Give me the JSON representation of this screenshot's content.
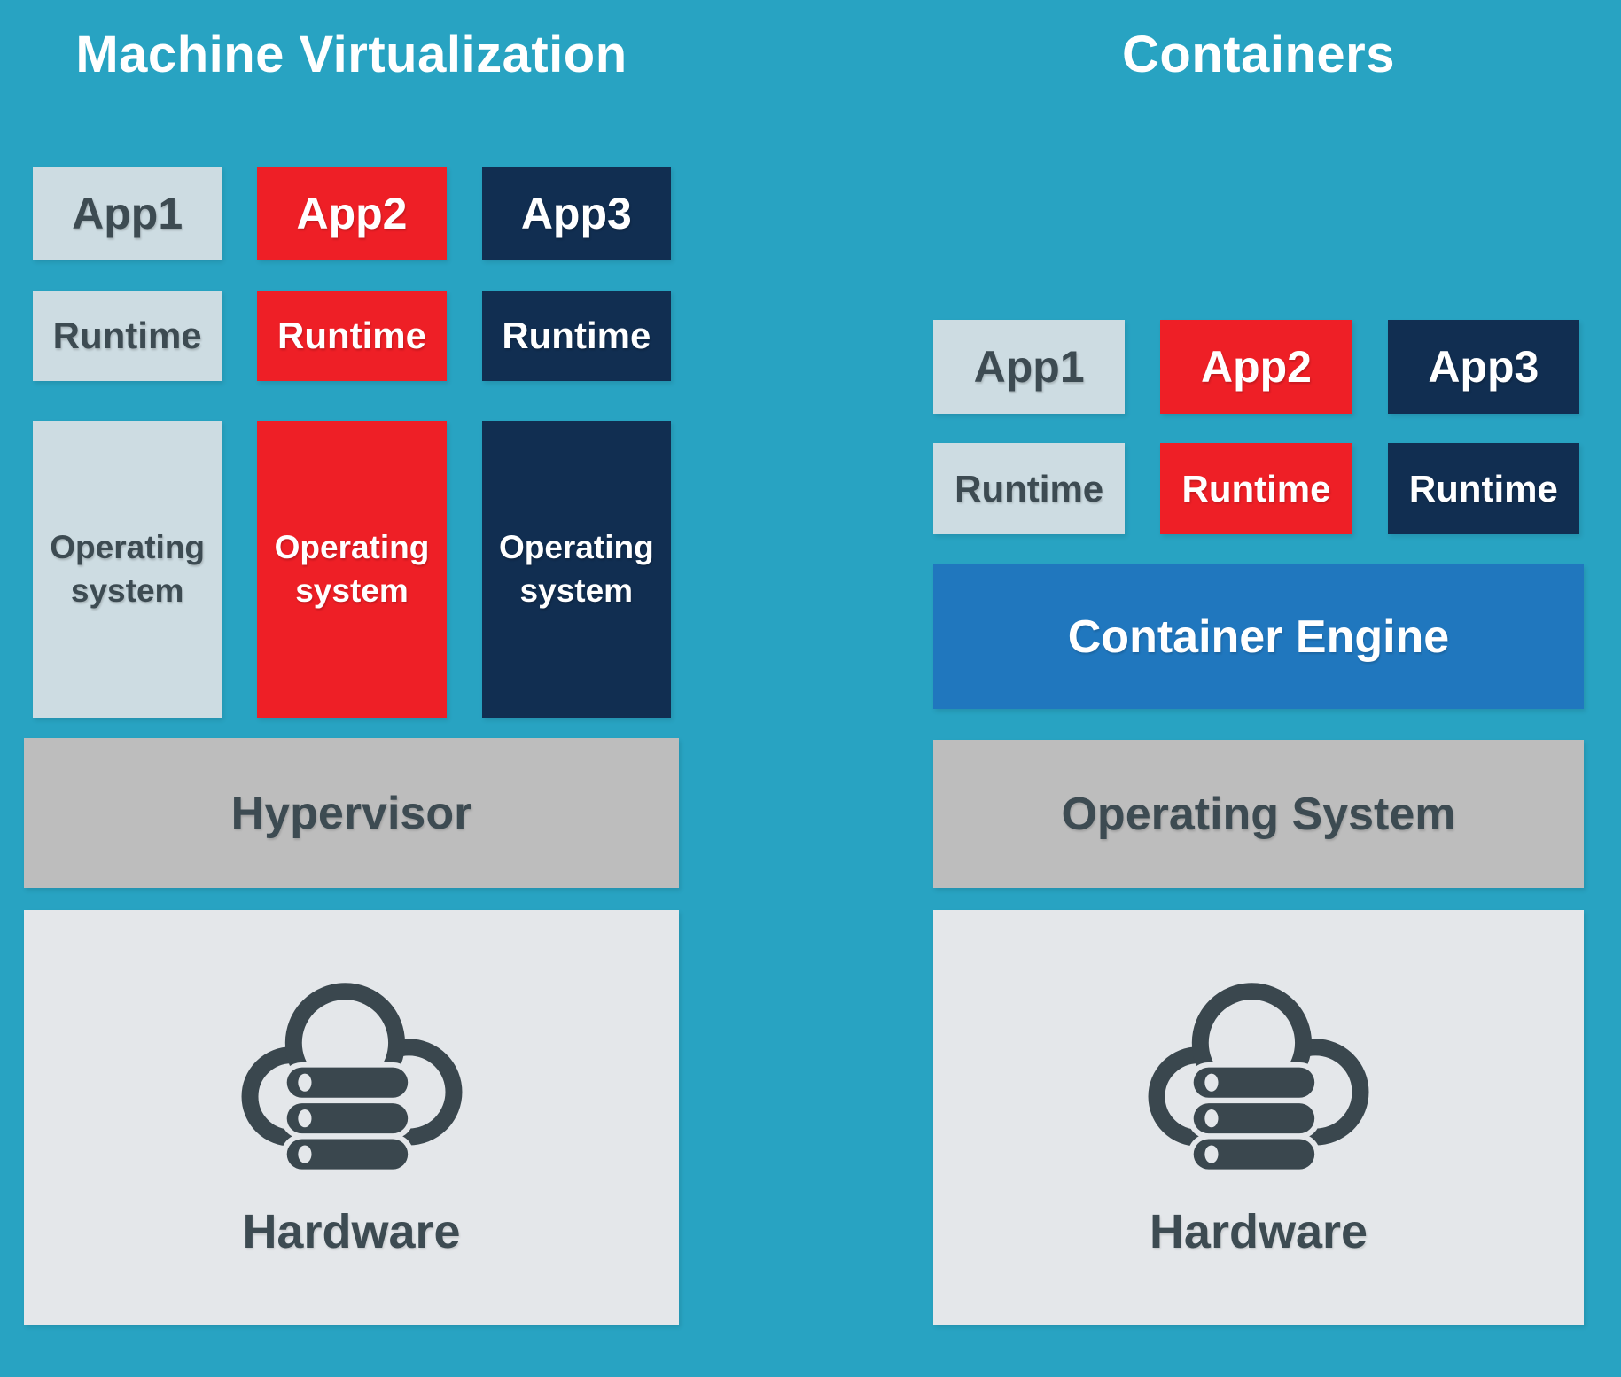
{
  "colors": {
    "background": "#28A3C2",
    "light_box": "#CDDCE2",
    "red_box": "#EE1F26",
    "navy_box": "#112E51",
    "engine_blue": "#2077BE",
    "bar_gray": "#BDBDBD",
    "hardware_gray": "#E4E7EA",
    "dark_text": "#3D4B52",
    "white_text": "#FFFFFF",
    "icon_color": "#3A474E"
  },
  "left_panel": {
    "title": "Machine Virtualization",
    "apps": [
      "App1",
      "App2",
      "App3"
    ],
    "runtimes": [
      "Runtime",
      "Runtime",
      "Runtime"
    ],
    "operating_systems": [
      "Operating system",
      "Operating system",
      "Operating system"
    ],
    "hypervisor_label": "Hypervisor",
    "hardware_label": "Hardware"
  },
  "right_panel": {
    "title": "Containers",
    "apps": [
      "App1",
      "App2",
      "App3"
    ],
    "runtimes": [
      "Runtime",
      "Runtime",
      "Runtime"
    ],
    "container_engine_label": "Container Engine",
    "operating_system_label": "Operating System",
    "hardware_label": "Hardware"
  },
  "icons": {
    "hardware_icon": "cloud-server-icon"
  }
}
